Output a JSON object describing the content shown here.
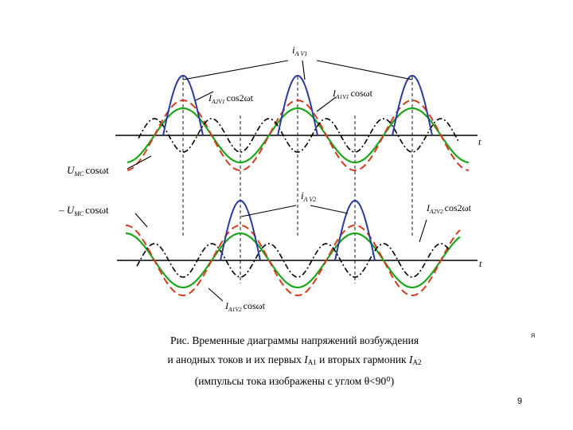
{
  "figure": {
    "labels": {
      "ia_v1": "i",
      "ia_v1_sub": "A V1",
      "ia1v1": "I",
      "ia1v1_sub": "A1V1",
      "ia1v1_fn": "cosωt",
      "ia2v1": "I",
      "ia2v1_sub": "A2V1",
      "ia2v1_fn": "cos2ωt",
      "umc": "U",
      "umc_sub": "MC",
      "umc_fn": "cosωt",
      "neg_umc": "– U",
      "neg_umc_sub": "MC",
      "neg_umc_fn": "cosωt",
      "ia_v2": "i",
      "ia_v2_sub": "A V2",
      "ia2v2": "I",
      "ia2v2_sub": "A2V2",
      "ia2v2_fn": "cos2ωt",
      "ia1v2": "I",
      "ia1v2_sub": "A1V2",
      "ia1v2_fn": "cosωt",
      "t_axis_top": "t",
      "t_axis_bottom": "t"
    },
    "colors": {
      "pulse": "#2b3a9e",
      "first_harmonic": "#1aa61a",
      "excitation_voltage": "#d63a1e",
      "second_harmonic": "#000000",
      "axis": "#000000"
    }
  },
  "caption": {
    "line1": "Рис. Временные диаграммы напряжений возбуждения",
    "line2_a": "и анодных токов и их первых ",
    "line2_i1": "I",
    "line2_i1_sub": "A1",
    "line2_b": " и вторых гармоник ",
    "line2_i2": "I",
    "line2_i2_sub": "A2",
    "line3": "(импульсы тока изображены с углом θ<90⁰)"
  },
  "corner_mark": "я",
  "page_number": "9"
}
